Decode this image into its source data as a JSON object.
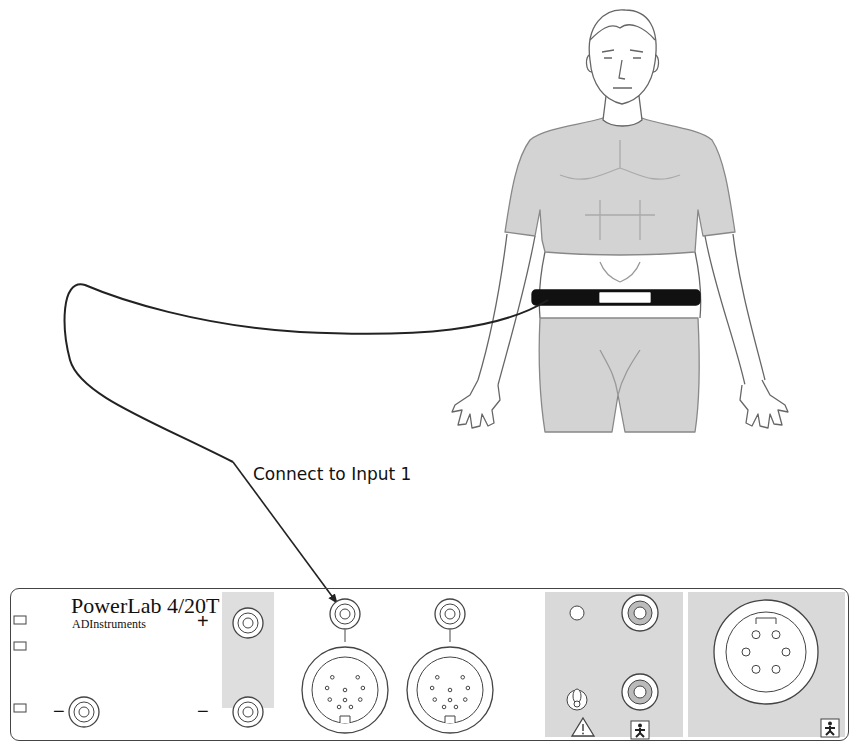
{
  "diagram": {
    "nodes": [
      {
        "text": [
          "PowerLab 4/20T",
          "ADInstruments"
        ]
      }
    ],
    "labels": [
      "Connect to Input 1",
      "+",
      "−",
      "−"
    ]
  }
}
